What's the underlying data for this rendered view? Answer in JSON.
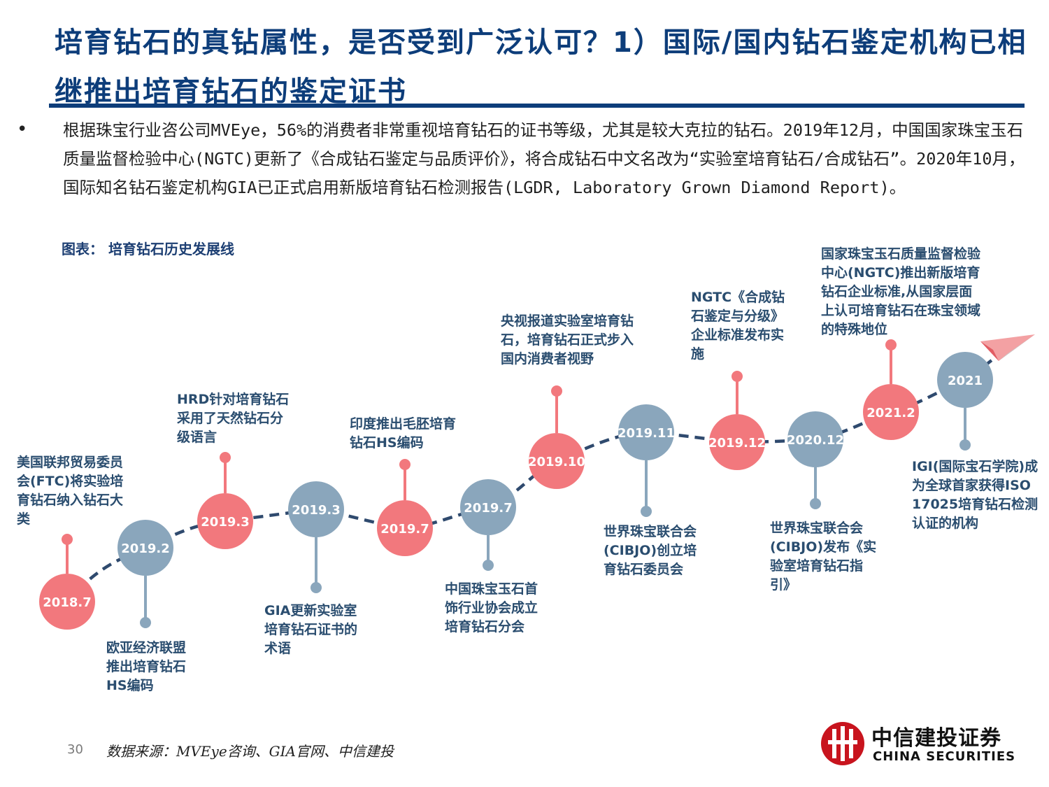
{
  "title": "培育钻石的真钻属性，是否受到广泛认可？1）国际/国内钻石鉴定机构已相继推出培育钻石的鉴定证书",
  "bullet_symbol": "•",
  "bullet_text": "根据珠宝行业咨公司MVEye，56%的消费者非常重视培育钻石的证书等级，尤其是较大克拉的钻石。2019年12月，中国国家珠宝玉石质量监督检验中心(NGTC)更新了《合成钻石鉴定与品质评价》，将合成钻石中文名改为“实验室培育钻石/合成钻石”。2020年10月，国际知名钻石鉴定机构GIA已正式启用新版培育钻石检测报告(LGDR, Laboratory Grown Diamond Report)。",
  "figure_caption": "图表： 培育钻石历史发展线",
  "colors": {
    "title_blue": "#0d3d7a",
    "pink_node": "#f2787d",
    "blue_node": "#8aa6bc",
    "dash_line": "#2f4a6e",
    "annotation_text": "#2a4d6f"
  },
  "timeline": [
    {
      "date": "2018.7",
      "type": "pink",
      "text": "美国联邦贸易委员会(FTC)将实验培育钻石纳入钻石大类"
    },
    {
      "date": "2019.2",
      "type": "blue",
      "text": "欧亚经济联盟推出培育钻石HS编码"
    },
    {
      "date": "2019.3",
      "type": "pink",
      "text": "HRD针对培育钻石采用了天然钻石分级语言"
    },
    {
      "date": "2019.3",
      "type": "blue",
      "text": "GIA更新实验室培育钻石证书的术语"
    },
    {
      "date": "2019.7",
      "type": "pink",
      "text": "印度推出毛胚培育钻石HS编码"
    },
    {
      "date": "2019.7",
      "type": "blue",
      "text": "中国珠宝玉石首饰行业协会成立培育钻石分会"
    },
    {
      "date": "2019.10",
      "type": "pink",
      "text": "央视报道实验室培育钻石，培育钻石正式步入国内消费者视野"
    },
    {
      "date": "2019.11",
      "type": "blue",
      "text": "世界珠宝联合会(CIBJO)创立培育钻石委员会"
    },
    {
      "date": "2019.12",
      "type": "pink",
      "text": "NGTC《合成钻石鉴定与分级》企业标准发布实施"
    },
    {
      "date": "2020.12",
      "type": "blue",
      "text": "世界珠宝联合会(CIBJO)发布《实验室培育钻石指引》"
    },
    {
      "date": "2021.2",
      "type": "pink",
      "text": "国家珠宝玉石质量监督检验中心(NGTC)推出新版培育钻石企业标准,从国家层面上认可培育钻石在珠宝领域的特殊地位"
    },
    {
      "date": "2021",
      "type": "blue",
      "text": "IGI(国际宝石学院)成为全球首家获得ISO 17025培育钻石检测认证的机构"
    }
  ],
  "source": "数据来源：MVEye咨询、GIA官网、中信建投",
  "page_number": "30",
  "logo": {
    "name_cn": "中信建投证券",
    "name_en": "CHINA SECURITIES"
  },
  "icons": {
    "paper_plane": "paper-plane-icon",
    "logo": "citic-logo-icon"
  }
}
